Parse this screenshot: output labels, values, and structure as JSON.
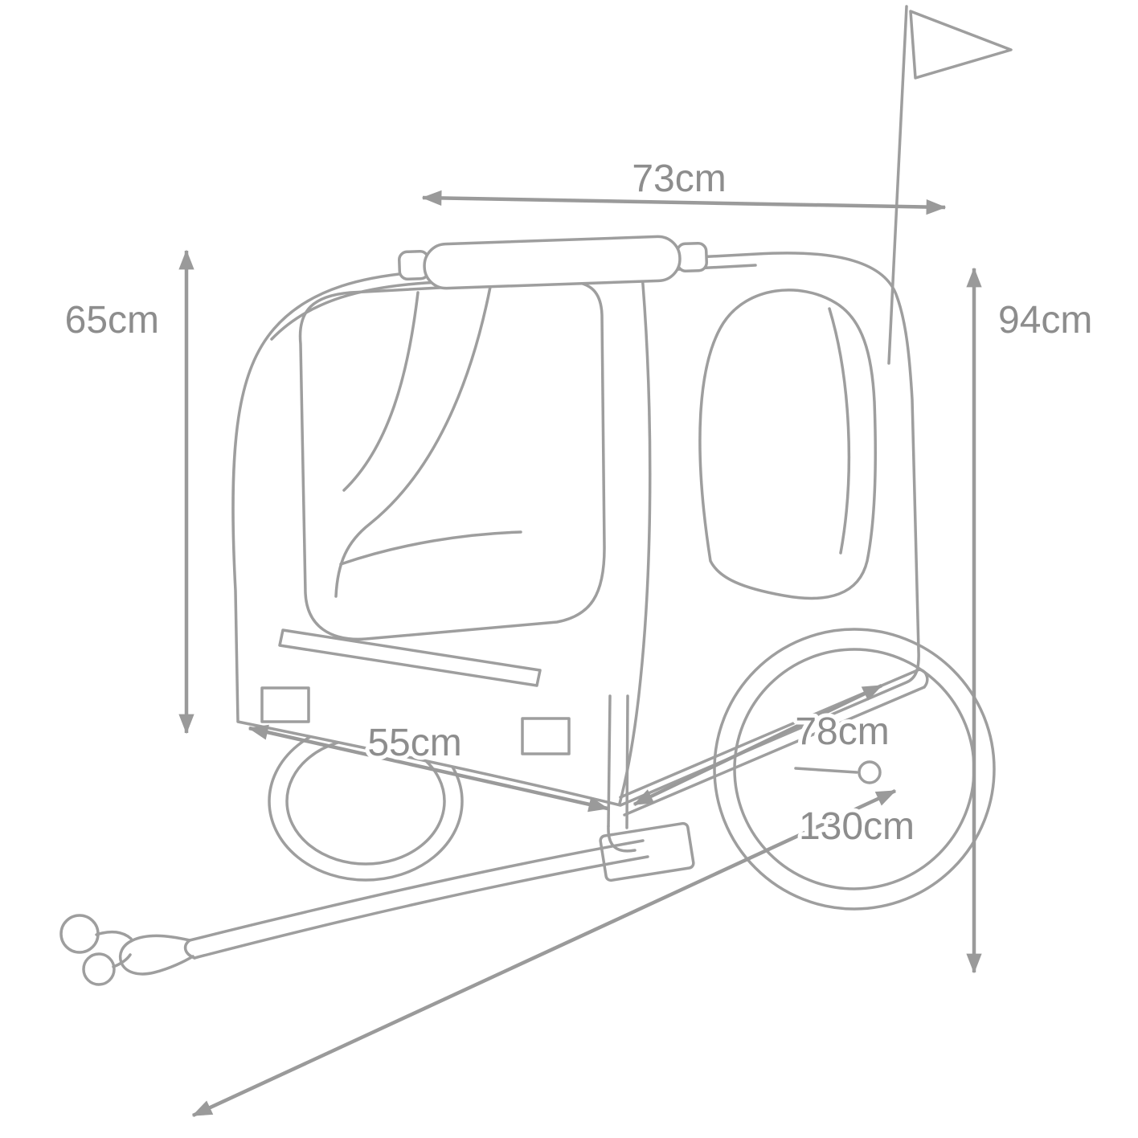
{
  "diagram": {
    "labels": {
      "width_top": "73cm",
      "height_left": "65cm",
      "height_right": "94cm",
      "depth_bottom": "55cm",
      "wheel": "78cm",
      "length_total": "130cm"
    },
    "colors": {
      "line": "#9e9e9e",
      "dimension_line": "#9a9a9a",
      "text": "#8d8d8d",
      "background": "#ffffff"
    }
  }
}
